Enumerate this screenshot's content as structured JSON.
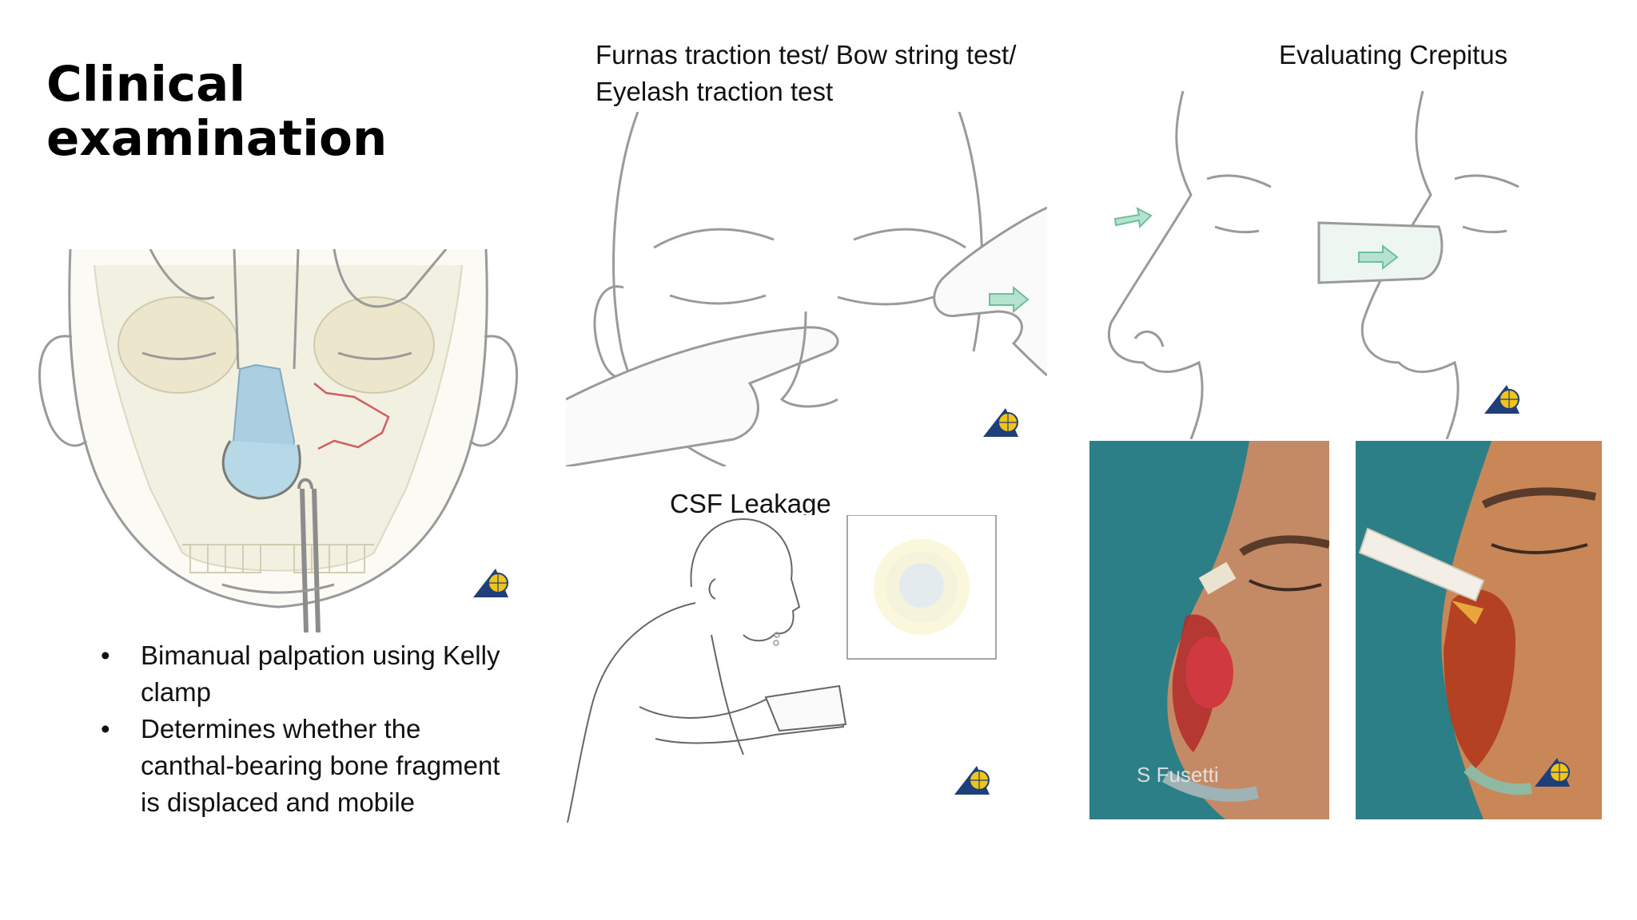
{
  "slide": {
    "title": "Clinical examination",
    "captions": {
      "traction_test": "Furnas traction test/ Bow string test/ Eyelash traction test",
      "crepitus": "Evaluating Crepitus",
      "csf": "CSF Leakage"
    },
    "bullets": [
      "Bimanual palpation using Kelly clamp",
      "Determines whether the canthal-bearing bone fragment is displaced and mobile"
    ],
    "photo_credit": "S Fusetti"
  },
  "icons": [
    "ao-logo-icon"
  ],
  "colors": {
    "line_art": "#8a8a8a",
    "nasal_bone_highlight": "#a9cfe0",
    "fracture_line": "#d06060",
    "arrow_green": "#9fd8c0",
    "photo_drape": "#2c7f86",
    "skin": "#c48a66",
    "wound": "#b4292a"
  }
}
